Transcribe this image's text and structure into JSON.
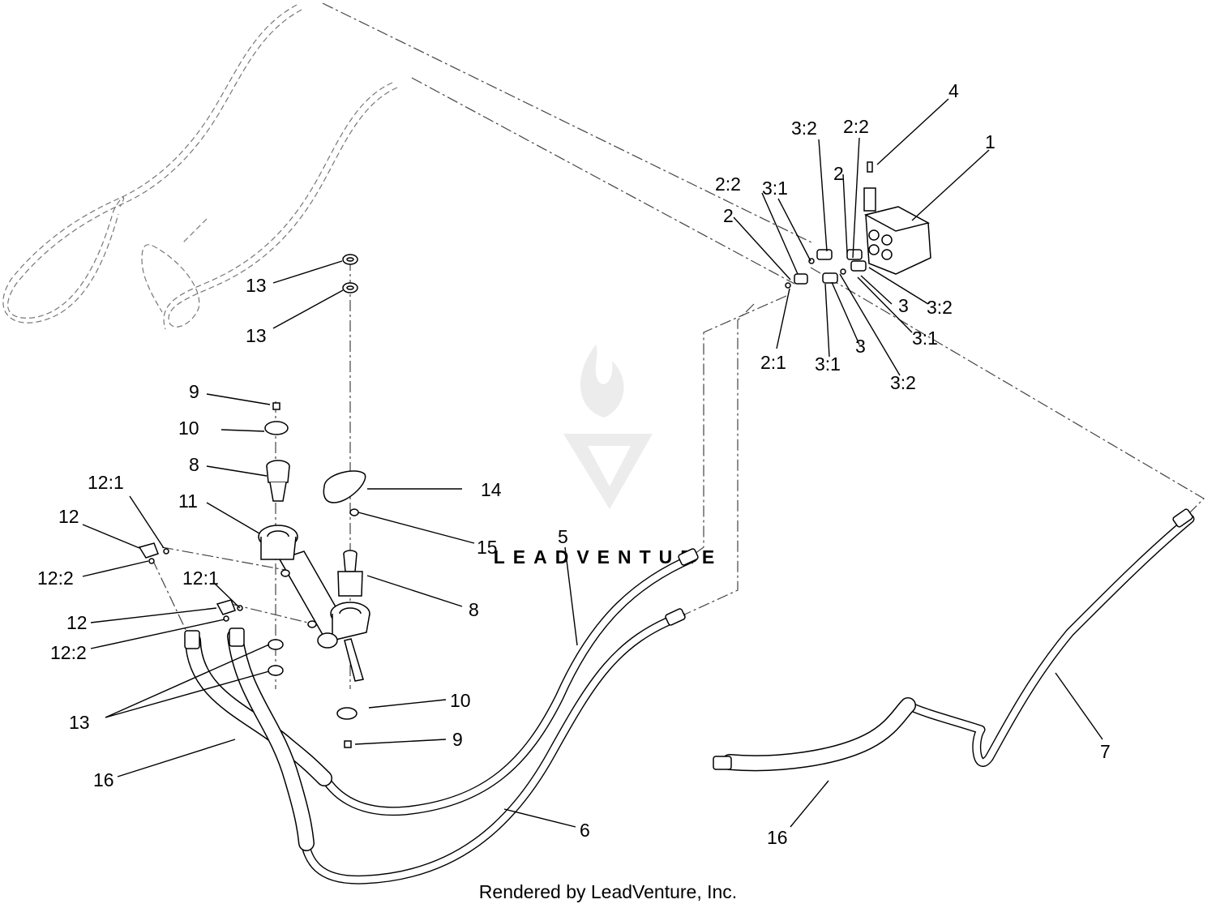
{
  "footer": {
    "credit": "Rendered by LeadVenture, Inc."
  },
  "watermark": {
    "text": "LEADVENTURE",
    "color": "#e6e6e6"
  },
  "callouts": {
    "c1": "1",
    "c4": "4",
    "c2_2a": "2:2",
    "c3_2a": "3:2",
    "c2_2b": "2:2",
    "c3_1a": "3:1",
    "c2a": "2",
    "c2b": "2",
    "c3a": "3",
    "c3_2b": "3:2",
    "c3_1b": "3:1",
    "c3b": "3",
    "c2_1": "2:1",
    "c3_1c": "3:1",
    "c3_2c": "3:2",
    "c13a": "13",
    "c13b": "13",
    "c9a": "9",
    "c10a": "10",
    "c8a": "8",
    "c11": "11",
    "c12_1a": "12:1",
    "c12a": "12",
    "c12_2a": "12:2",
    "c14": "14",
    "c15": "15",
    "c5": "5",
    "c8b": "8",
    "c12_1b": "12:1",
    "c12b": "12",
    "c12_2b": "12:2",
    "c10b": "10",
    "c13c": "13",
    "c9b": "9",
    "c16a": "16",
    "c6": "6",
    "c7": "7",
    "c16b": "16"
  }
}
